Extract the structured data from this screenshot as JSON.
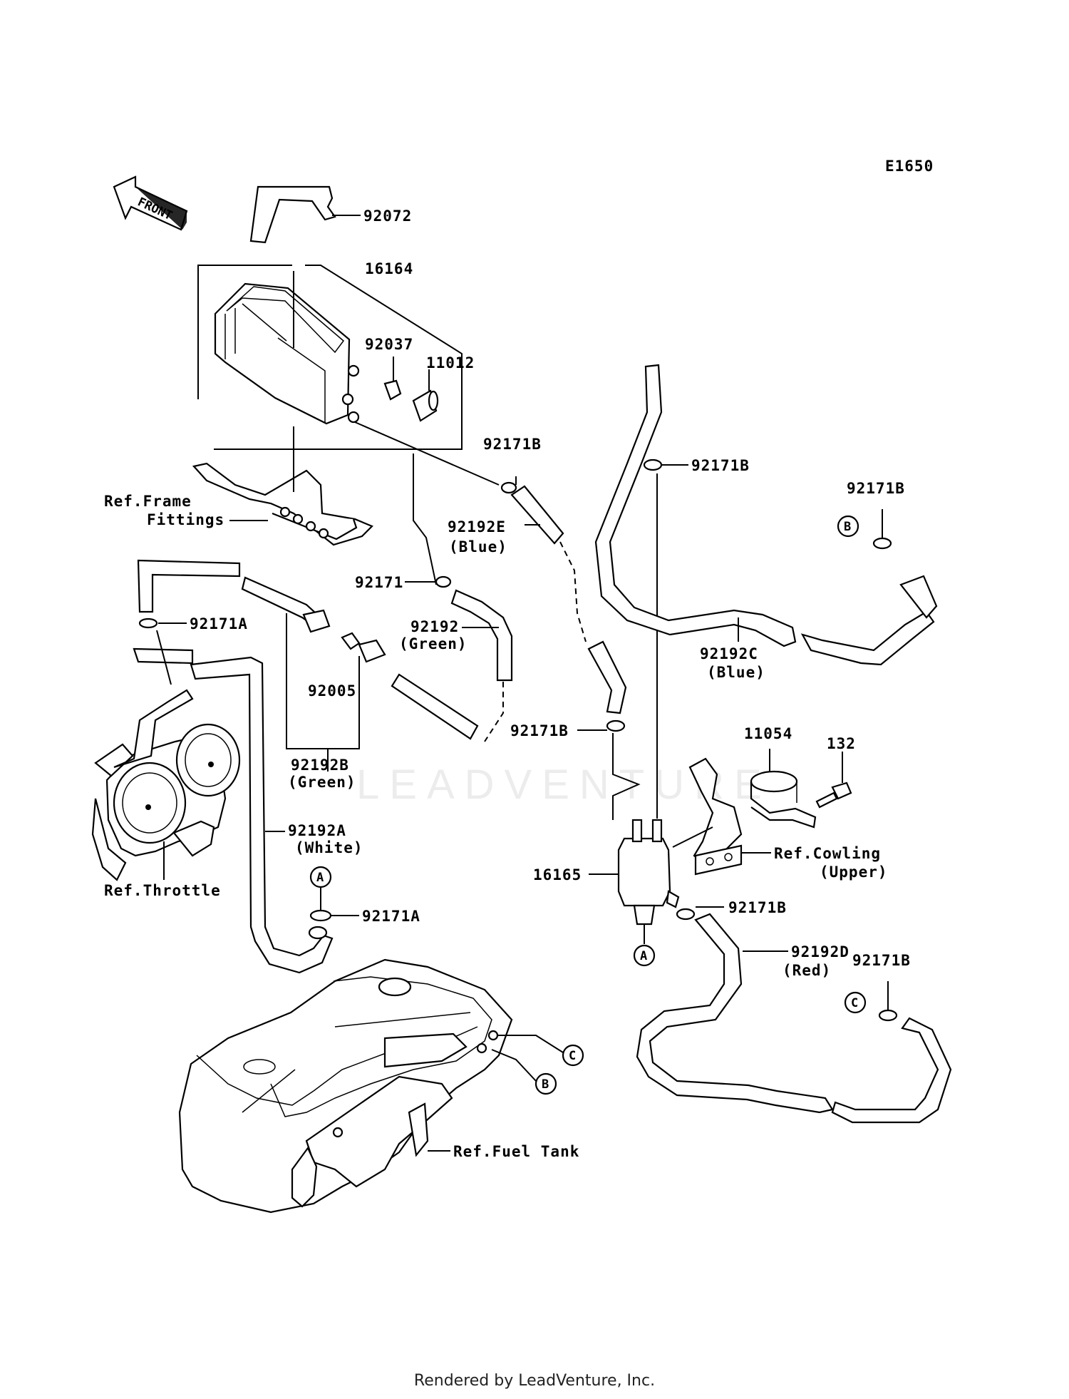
{
  "diagram_code": "E1650",
  "front_label": "FRONT",
  "watermark": "LEADVENTURE",
  "footer": "Rendered by LeadVenture, Inc.",
  "labels": {
    "p92072": "92072",
    "p16164": "16164",
    "p92037": "92037",
    "p11012": "11012",
    "ref_frame_1": "Ref.Frame",
    "ref_frame_2": "Fittings",
    "p92171B_a": "92171B",
    "p92192E": "92192E",
    "p92192E_color": "(Blue)",
    "p92171": "92171",
    "p92192": "92192",
    "p92192_color": "(Green)",
    "p92171A_top": "92171A",
    "p92005": "92005",
    "p92192B": "92192B",
    "p92192B_color": "(Green)",
    "p92171B_b": "92171B",
    "p92171B_c": "92171B",
    "p92192C": "92192C",
    "p92192C_color": "(Blue)",
    "p92171B_d": "92171B",
    "p11054": "11054",
    "p132": "132",
    "ref_cowling_1": "Ref.Cowling",
    "ref_cowling_2": "(Upper)",
    "p16165": "16165",
    "p92171B_e": "92171B",
    "p92192D": "92192D",
    "p92192D_color": "(Red)",
    "p92171B_f": "92171B",
    "p92192A": "92192A",
    "p92192A_color": "(White)",
    "p92171A_bottom": "92171A",
    "ref_throttle": "Ref.Throttle",
    "ref_fuel_tank": "Ref.Fuel Tank"
  },
  "callouts": {
    "a1": "A",
    "a2": "A",
    "b1": "B",
    "b2": "B",
    "c1": "C",
    "c2": "C"
  }
}
